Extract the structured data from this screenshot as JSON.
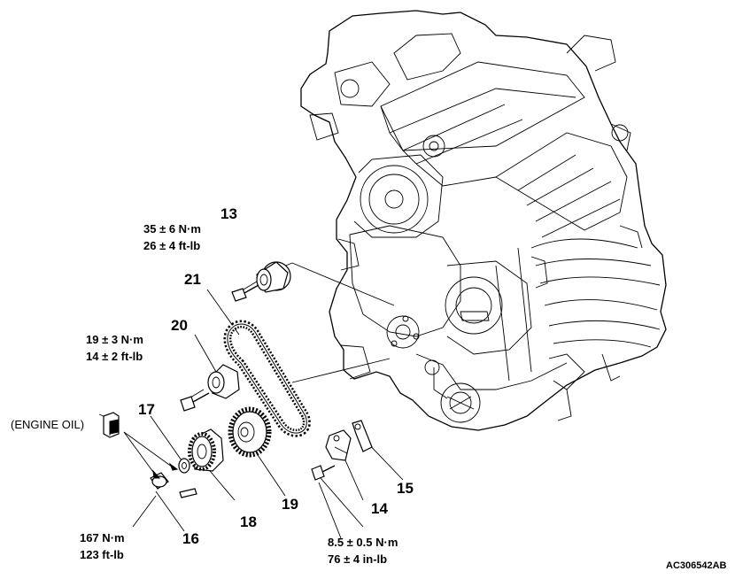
{
  "callouts": {
    "c13": "13",
    "c21": "21",
    "c20": "20",
    "c17": "17",
    "c16": "16",
    "c18": "18",
    "c19": "19",
    "c14": "14",
    "c15": "15"
  },
  "torques": {
    "bolt13": {
      "line1": "35 ± 6 N·m",
      "line2": "26 ± 4 ft-lb"
    },
    "bolt20": {
      "line1": "19 ± 3 N·m",
      "line2": "14 ± 2 ft-lb"
    },
    "bolt16": {
      "line1": "167 N·m",
      "line2": "123 ft-lb"
    },
    "bolt14": {
      "line1": "8.5 ± 0.5 N·m",
      "line2": "76 ± 4 in-lb"
    }
  },
  "notes": {
    "engine_oil": "(ENGINE OIL)"
  },
  "figure_code": "AC306542AB"
}
